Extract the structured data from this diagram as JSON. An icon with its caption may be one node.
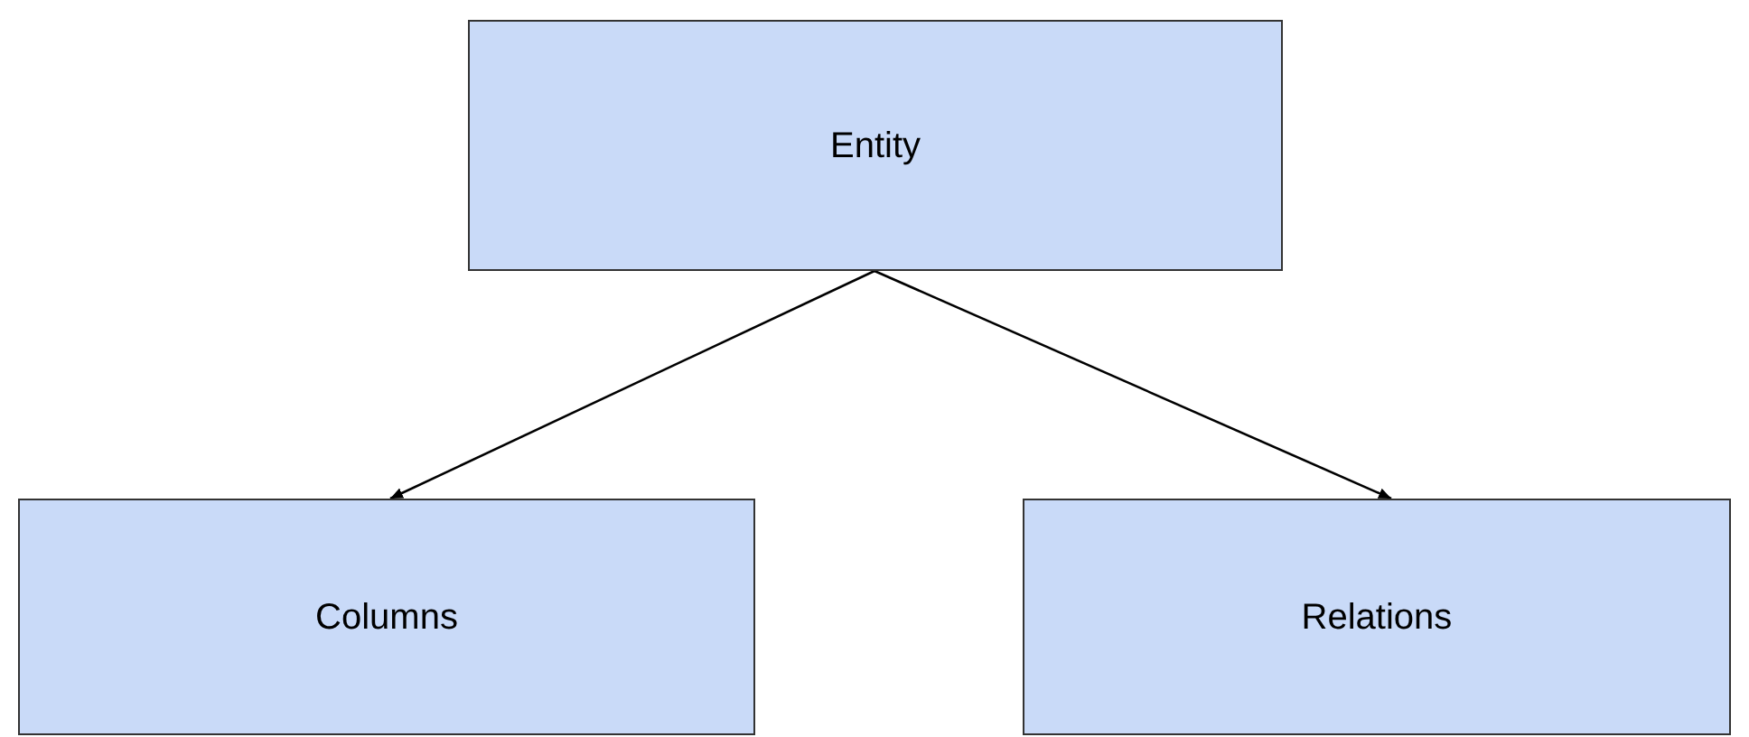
{
  "diagram": {
    "nodes": [
      {
        "text": [
          "Entity"
        ]
      },
      {
        "text": [
          "Columns"
        ]
      },
      {
        "text": [
          "Relations"
        ]
      }
    ],
    "edges": [
      {
        "from": 0,
        "to": 1,
        "arrow": "to"
      },
      {
        "from": 0,
        "to": 2,
        "arrow": "to"
      }
    ]
  }
}
